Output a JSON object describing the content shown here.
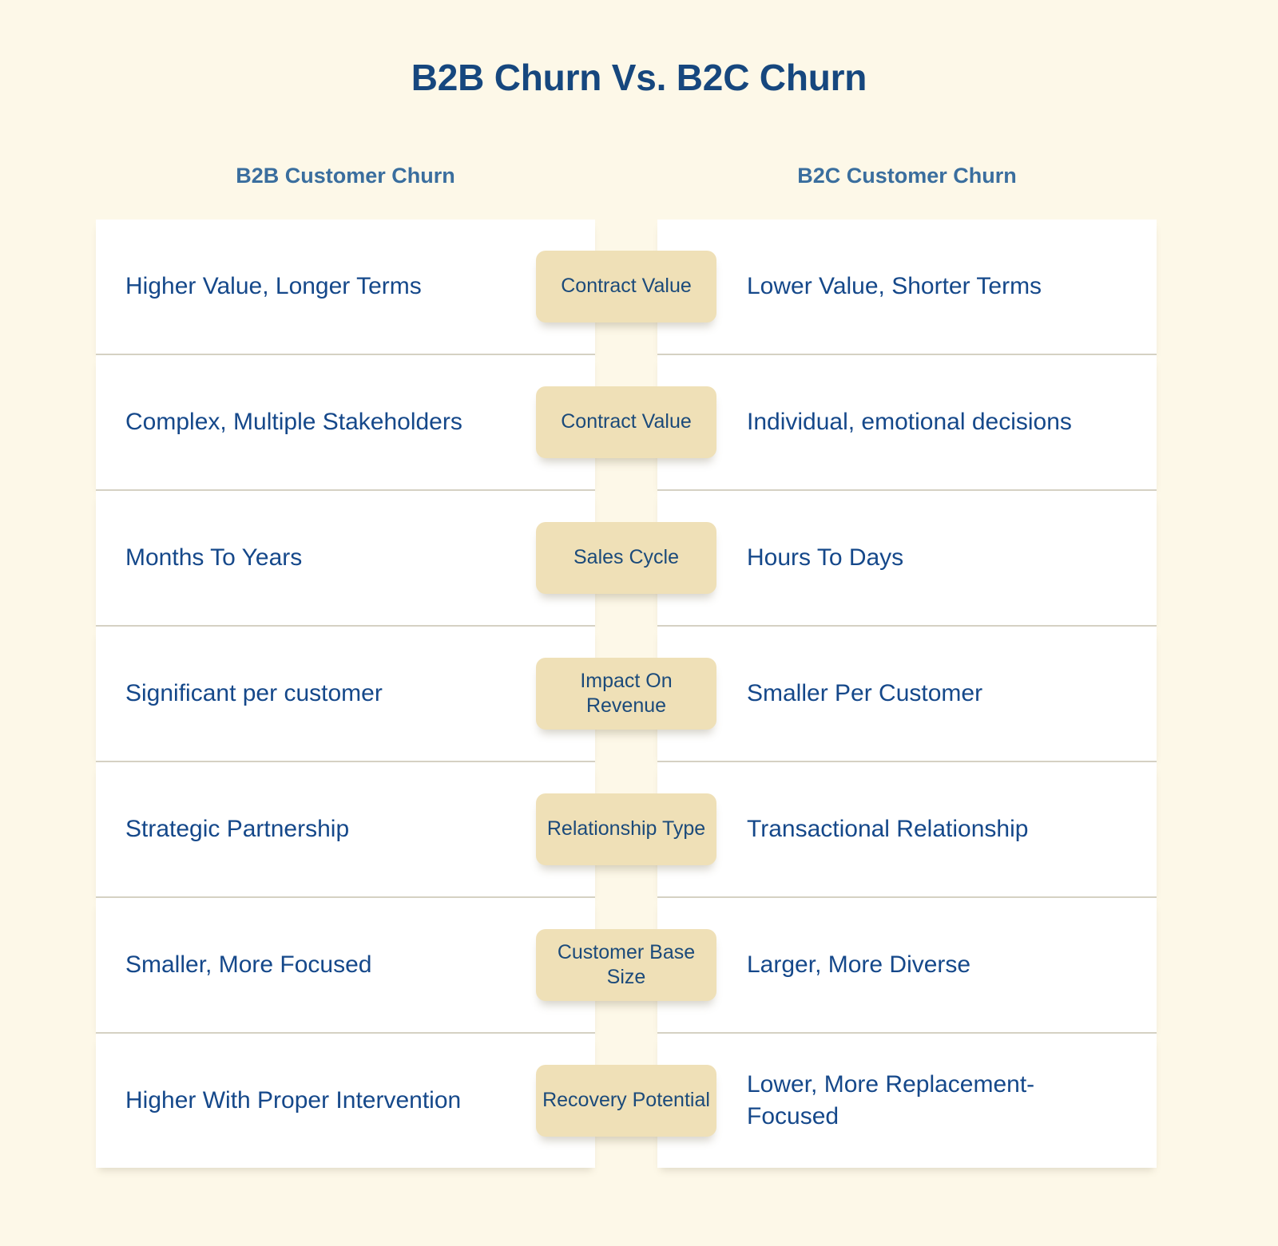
{
  "title": "B2B Churn Vs. B2C Churn",
  "colors": {
    "page_background": "#FDF8E8",
    "card_background": "#FFFFFF",
    "title_blue": "#16477E",
    "header_blue": "#3A6E9E",
    "body_blue": "#15488A",
    "badge_tan": "#EFE0B7",
    "separator": "#D5D1C3"
  },
  "headers": {
    "left": "B2B Customer Churn",
    "middle": "",
    "right": "B2C Customer Churn"
  },
  "rows": [
    {
      "left": "Higher Value, Longer Terms",
      "label": "Contract Value",
      "right": "Lower Value, Shorter Terms"
    },
    {
      "left": "Complex, Multiple Stakeholders",
      "label": "Contract Value",
      "right": "Individual, emotional decisions"
    },
    {
      "left": "Months To Years",
      "label": "Sales Cycle",
      "right": "Hours To Days"
    },
    {
      "left": "Significant per customer",
      "label": "Impact On Revenue",
      "right": "Smaller Per Customer"
    },
    {
      "left": "Strategic Partnership",
      "label": "Relationship Type",
      "right": "Transactional Relationship"
    },
    {
      "left": "Smaller, More Focused",
      "label": "Customer Base Size",
      "right": "Larger, More Diverse"
    },
    {
      "left": "Higher With Proper Intervention",
      "label": "Recovery Potential",
      "right": "Lower, More Replacement-Focused"
    }
  ]
}
